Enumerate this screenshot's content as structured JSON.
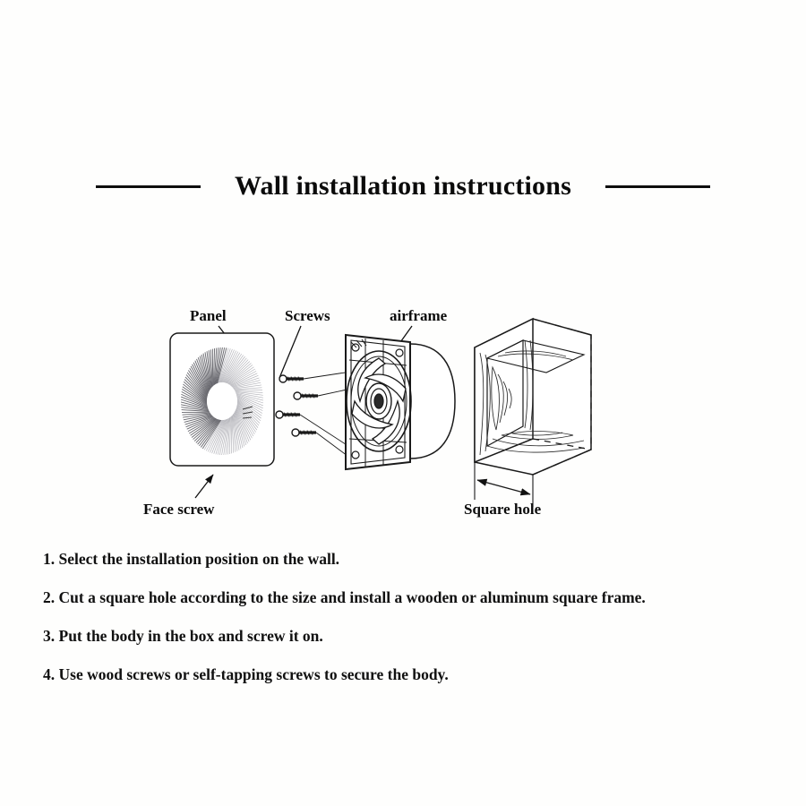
{
  "page": {
    "background_color": "#fefefd",
    "ink_color": "#0b0b0b"
  },
  "title": {
    "text": "Wall installation instructions"
  },
  "diagram": {
    "labels": {
      "panel": "Panel",
      "screws": "Screws",
      "airframe": "airframe",
      "face_screw": "Face screw",
      "square_hole": "Square hole"
    },
    "parts": {
      "panel_desc": "louvered grille face panel",
      "screws_count": 4,
      "airframe_desc": "fan body with mounting plate and duct",
      "box_desc": "wooden square frame box"
    }
  },
  "steps": [
    "1. Select the installation position on the wall.",
    "2. Cut a square hole according to the size and install a wooden or aluminum square frame.",
    "3. Put the body in the box and screw it on.",
    "4. Use wood screws or self-tapping screws to secure the body."
  ]
}
